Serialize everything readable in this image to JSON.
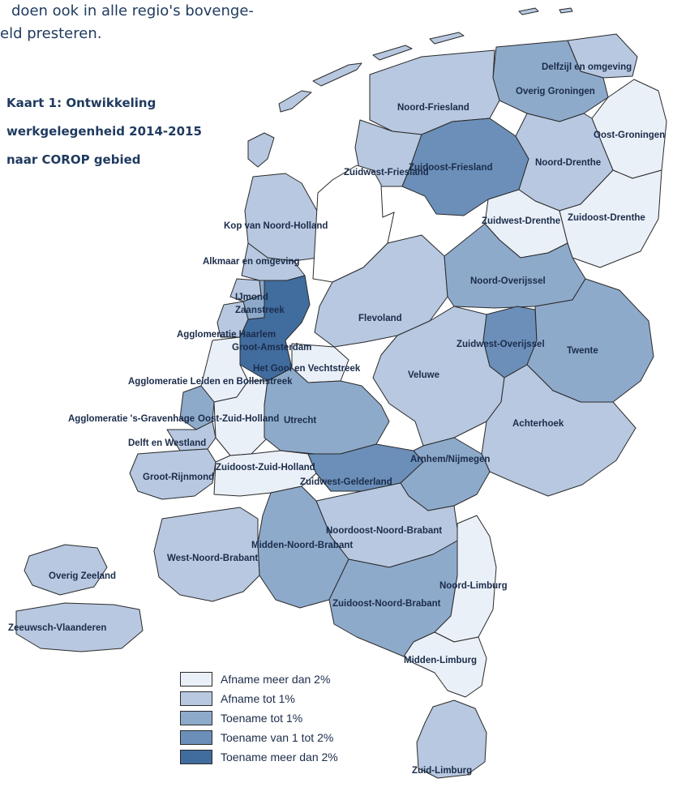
{
  "intro": {
    "line1": "doen ook in alle regio's bovenge-",
    "line2": "eld presteren."
  },
  "title": {
    "line1": "Kaart 1: Ontwikkeling",
    "line2": "werkgelegenheid 2014-2015",
    "line3": "naar COROP gebied"
  },
  "classes": [
    {
      "label": "Afname meer dan 2%",
      "color": "#eaf0f8"
    },
    {
      "label": "Afname tot 1%",
      "color": "#b7c8e0"
    },
    {
      "label": "Toename tot 1%",
      "color": "#8eaacb"
    },
    {
      "label": "Toename van 1 tot 2%",
      "color": "#6b8fb8"
    },
    {
      "label": "Toename meer dan 2%",
      "color": "#416c9e"
    }
  ],
  "regions": [
    {
      "name": "Delfzijl en omgeving",
      "class": 1
    },
    {
      "name": "Overig Groningen",
      "class": 2
    },
    {
      "name": "Oost-Groningen",
      "class": 0
    },
    {
      "name": "Noord-Friesland",
      "class": 1
    },
    {
      "name": "Zuidwest-Friesland",
      "class": 1
    },
    {
      "name": "Zuidoost-Friesland",
      "class": 3
    },
    {
      "name": "Noord-Drenthe",
      "class": 1
    },
    {
      "name": "Zuidwest-Drenthe",
      "class": 0
    },
    {
      "name": "Zuidoost-Drenthe",
      "class": 0
    },
    {
      "name": "Kop van Noord-Holland",
      "class": 1
    },
    {
      "name": "Alkmaar en omgeving",
      "class": 1
    },
    {
      "name": "IJmond",
      "class": 1
    },
    {
      "name": "Zaanstreek",
      "class": 2
    },
    {
      "name": "Agglomeratie Haarlem",
      "class": 1
    },
    {
      "name": "Groot-Amsterdam",
      "class": 4
    },
    {
      "name": "Het Gooi en Vechtstreek",
      "class": 0
    },
    {
      "name": "Flevoland",
      "class": 1
    },
    {
      "name": "Noord-Overijssel",
      "class": 2
    },
    {
      "name": "Zuidwest-Overijssel",
      "class": 3
    },
    {
      "name": "Twente",
      "class": 2
    },
    {
      "name": "Veluwe",
      "class": 1
    },
    {
      "name": "Achterhoek",
      "class": 1
    },
    {
      "name": "Agglomeratie Leiden en Bollenstreek",
      "class": 0
    },
    {
      "name": "Agglomeratie 's-Gravenhage",
      "class": 2
    },
    {
      "name": "Oost-Zuid-Holland",
      "class": 0
    },
    {
      "name": "Utrecht",
      "class": 2
    },
    {
      "name": "Delft en Westland",
      "class": 1
    },
    {
      "name": "Groot-Rijnmond",
      "class": 1
    },
    {
      "name": "Zuidoost-Zuid-Holland",
      "class": 0
    },
    {
      "name": "Zuidwest-Gelderland",
      "class": 3
    },
    {
      "name": "Arnhem/Nijmegen",
      "class": 2
    },
    {
      "name": "Noordoost-Noord-Brabant",
      "class": 1
    },
    {
      "name": "Midden-Noord-Brabant",
      "class": 2
    },
    {
      "name": "West-Noord-Brabant",
      "class": 1
    },
    {
      "name": "Overig Zeeland",
      "class": 1
    },
    {
      "name": "Zeeuwsch-Vlaanderen",
      "class": 1
    },
    {
      "name": "Zuidoost-Noord-Brabant",
      "class": 2
    },
    {
      "name": "Noord-Limburg",
      "class": 0
    },
    {
      "name": "Midden-Limburg",
      "class": 0
    },
    {
      "name": "Zuid-Limburg",
      "class": 1
    }
  ]
}
